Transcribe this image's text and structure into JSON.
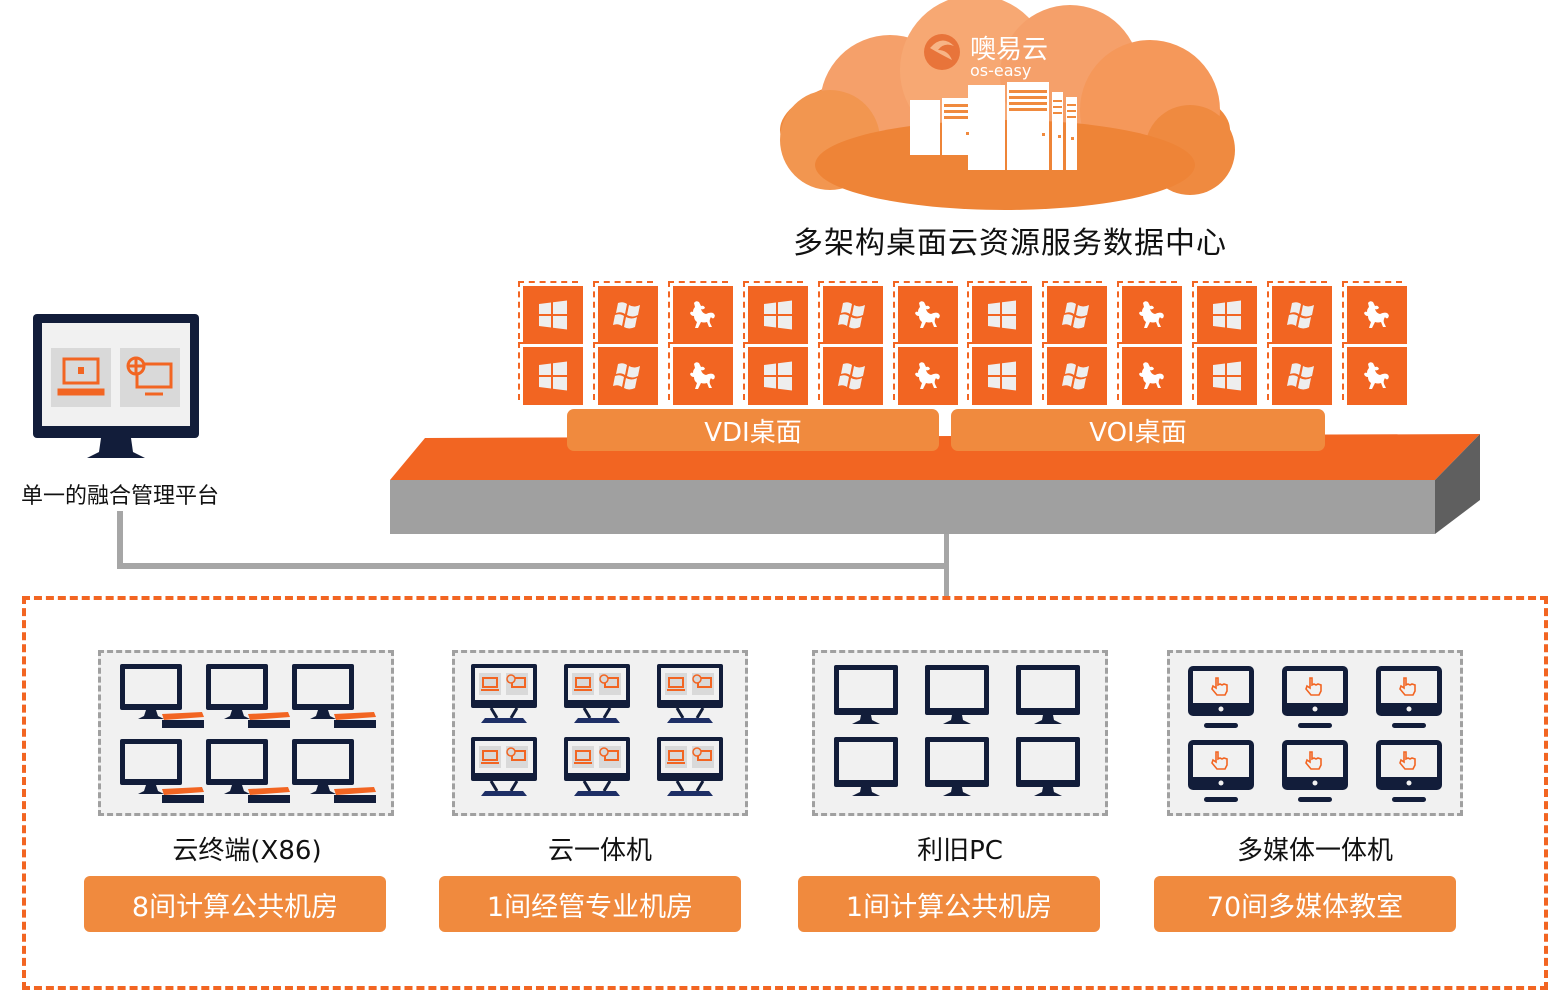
{
  "datacenter": {
    "brand_cn": "噢易云",
    "brand_en": "os-easy",
    "title": "多架构桌面云资源服务数据中心",
    "cloud_color": "#f5924a",
    "tiles": {
      "rows": 2,
      "pattern": [
        "windows-10-icon",
        "windows-7-icon",
        "qilin-icon"
      ],
      "repeat": 4
    }
  },
  "platform": {
    "vdi_label": "VDI桌面",
    "voi_label": "VOI桌面",
    "top_color": "#f26522",
    "front_color": "#a0a0a0"
  },
  "management": {
    "label": "单一的融合管理平台"
  },
  "groups": [
    {
      "title": "云终端(X86)",
      "badge": "8间计算公共机房",
      "device": "thin-client-terminal",
      "count": 6
    },
    {
      "title": "云一体机",
      "badge": "1间经管专业机房",
      "device": "all-in-one-cloud-pc",
      "count": 6
    },
    {
      "title": "利旧PC",
      "badge": "1间计算公共机房",
      "device": "legacy-pc-monitor",
      "count": 6
    },
    {
      "title": "多媒体一体机",
      "badge": "70间多媒体教室",
      "device": "touch-multimedia-all-in-one",
      "count": 6
    }
  ],
  "colors": {
    "accent": "#f26522",
    "badge": "#f08a3e",
    "navy": "#121d3a",
    "gray_line": "#a6a6a6"
  }
}
